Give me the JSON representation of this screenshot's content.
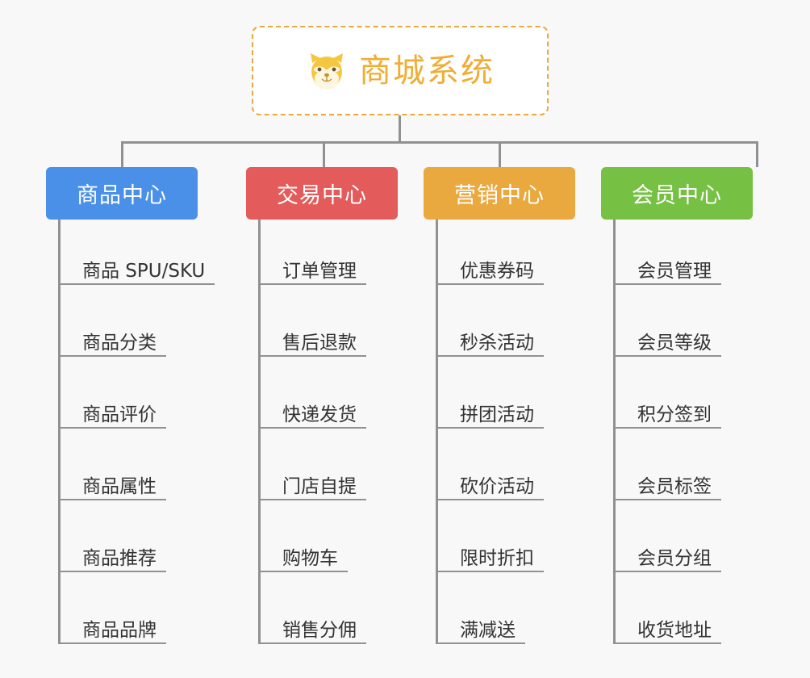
{
  "page": {
    "background_color": "#f8f8f8",
    "connector_color": "#919191"
  },
  "root": {
    "title": "商城系统",
    "icon": "shiba-dog-face-icon",
    "border_color": "#e8a83d",
    "text_color": "#f0ad36",
    "background_color": "#ffffff"
  },
  "categories": [
    {
      "label": "商品中心",
      "color": "#4a90e8",
      "items": [
        "商品 SPU/SKU",
        "商品分类",
        "商品评价",
        "商品属性",
        "商品推荐",
        "商品品牌"
      ]
    },
    {
      "label": "交易中心",
      "color": "#e35b5b",
      "items": [
        "订单管理",
        "售后退款",
        "快递发货",
        "门店自提",
        "购物车",
        "销售分佣"
      ]
    },
    {
      "label": "营销中心",
      "color": "#eaa93e",
      "items": [
        "优惠券码",
        "秒杀活动",
        "拼团活动",
        "砍价活动",
        "限时折扣",
        "满减送"
      ]
    },
    {
      "label": "会员中心",
      "color": "#76c043",
      "items": [
        "会员管理",
        "会员等级",
        "积分签到",
        "会员标签",
        "会员分组",
        "收货地址"
      ]
    }
  ]
}
